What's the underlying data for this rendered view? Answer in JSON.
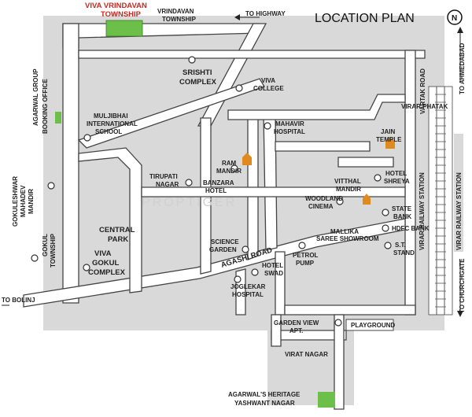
{
  "title": "LOCATION PLAN",
  "north_symbol": "N",
  "colors": {
    "block": "#d9d9d9",
    "road_outline": "#444444",
    "highlight_green": "#6cc04a",
    "project_red": "#c8281e",
    "temple_orange": "#e08a1e"
  },
  "project": {
    "name_line1": "VIVA VRINDAVAN",
    "name_line2": "TOWNSHIP"
  },
  "directions": {
    "highway": "TO HIGHWAY",
    "ahmedabad": "TO AHMEDABAD",
    "churchgate": "TO CHURCHGATE",
    "bolinj": "TO BOLINJ"
  },
  "roads": {
    "agashi": "AGASHI ROAD",
    "vartak": "VARTAK ROAD",
    "virar_phatak": "VIRAR PHATAK"
  },
  "railway": {
    "station_a": "VIRAR RAILWAY STATION",
    "station_b": "VIRAR RAILWAY STATION"
  },
  "watermark": "PROPTIGER",
  "landmarks": {
    "vrindavan_township": [
      "VRINDAVAN",
      "TOWNSHIP"
    ],
    "srishti_complex": [
      "SRISHTI",
      "COMPLEX"
    ],
    "viva_college": [
      "VIVA",
      "COLLEGE"
    ],
    "agarwal_booking": [
      "AGARWAL GROUP",
      "BOOKING OFFICE"
    ],
    "muljibhai_school": [
      "MULJIBHAI",
      "INTERNATIONAL",
      "SCHOOL"
    ],
    "mahavir_hospital": [
      "MAHAVIR",
      "HOSPITAL"
    ],
    "jain_temple": [
      "JAIN",
      "TEMPLE"
    ],
    "gokuleshwar_mandir": [
      "GOKULESHWAR",
      "MAHADEV",
      "MANDIR"
    ],
    "tirupati_nagar": [
      "TIRUPATI",
      "NAGAR"
    ],
    "ram_mandir": [
      "RAM",
      "MANDIR"
    ],
    "banzara_hotel": [
      "BANZARA",
      "HOTEL"
    ],
    "vitthal_mandir": [
      "VITTHAL",
      "MANDIR"
    ],
    "hotel_shreya": [
      "HOTEL",
      "SHREYA"
    ],
    "woodland_cinema": [
      "WOODLAND",
      "CINEMA"
    ],
    "state_bank": [
      "STATE",
      "BANK"
    ],
    "central_park": [
      "CENTRAL",
      "PARK"
    ],
    "hdfc_bank": [
      "HDFC BANK"
    ],
    "mallika_showroom": [
      "MALLIKA",
      "SAREE SHOWROOM"
    ],
    "gokul_township": [
      "GOKUL",
      "TOWNSHIP"
    ],
    "science_garden": [
      "SCIENCE",
      "GARDEN"
    ],
    "st_stand": [
      "S.T.",
      "STAND"
    ],
    "viva_gokul_complex": [
      "VIVA",
      "GOKUL",
      "COMPLEX"
    ],
    "petrol_pump": [
      "PETROL",
      "PUMP"
    ],
    "hotel_swad": [
      "HOTEL",
      "SWAD"
    ],
    "joglekar_hospital": [
      "JOGLEKAR",
      "HOSPITAL"
    ],
    "garden_view_apt": [
      "GARDEN VIEW",
      "APT."
    ],
    "playground": [
      "PLAYGROUND"
    ],
    "virat_nagar": [
      "VIRAT NAGAR"
    ],
    "agarwal_heritage": [
      "AGARWAL'S HERITAGE",
      "YASHWANT NAGAR"
    ]
  }
}
